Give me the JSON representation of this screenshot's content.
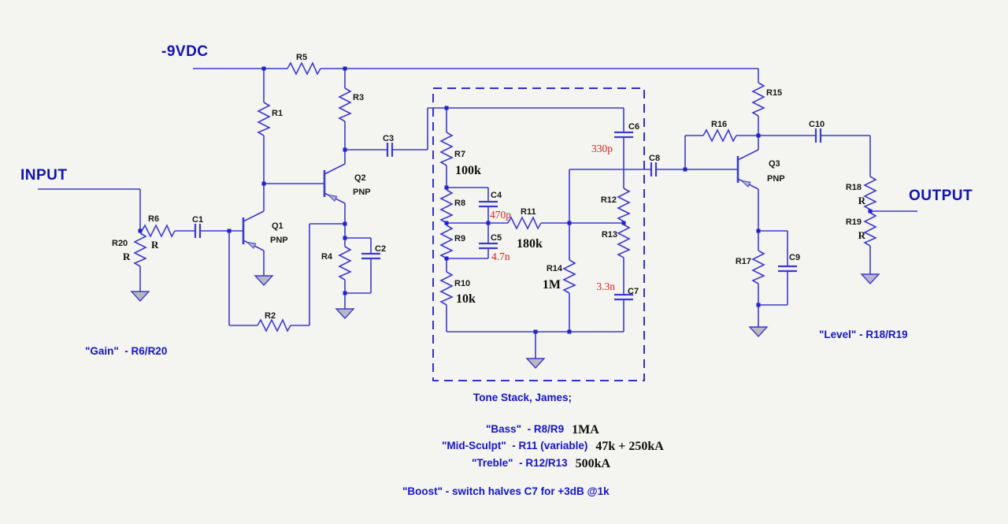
{
  "io": {
    "power": "-9VDC",
    "input": "INPUT",
    "output": "OUTPUT"
  },
  "transistors": {
    "q1": {
      "ref": "Q1",
      "type": "PNP"
    },
    "q2": {
      "ref": "Q2",
      "type": "PNP"
    },
    "q3": {
      "ref": "Q3",
      "type": "PNP"
    }
  },
  "resistors": {
    "r1": {
      "ref": "R1"
    },
    "r2": {
      "ref": "R2"
    },
    "r3": {
      "ref": "R3"
    },
    "r4": {
      "ref": "R4"
    },
    "r5": {
      "ref": "R5"
    },
    "r6": {
      "ref": "R6",
      "value": "R"
    },
    "r7": {
      "ref": "R7",
      "value": "100k"
    },
    "r8": {
      "ref": "R8"
    },
    "r9": {
      "ref": "R9"
    },
    "r10": {
      "ref": "R10",
      "value": "10k"
    },
    "r11": {
      "ref": "R11",
      "value": "180k"
    },
    "r12": {
      "ref": "R12"
    },
    "r13": {
      "ref": "R13"
    },
    "r14": {
      "ref": "R14",
      "value": "1M"
    },
    "r15": {
      "ref": "R15"
    },
    "r16": {
      "ref": "R16"
    },
    "r17": {
      "ref": "R17"
    },
    "r18": {
      "ref": "R18",
      "value": "R"
    },
    "r19": {
      "ref": "R19",
      "value": "R"
    },
    "r20": {
      "ref": "R20",
      "value": "R"
    }
  },
  "capacitors": {
    "c1": {
      "ref": "C1"
    },
    "c2": {
      "ref": "C2"
    },
    "c3": {
      "ref": "C3"
    },
    "c4": {
      "ref": "C4",
      "value": "470p"
    },
    "c5": {
      "ref": "C5",
      "value": "4.7n"
    },
    "c6": {
      "ref": "C6",
      "value": "330p"
    },
    "c7": {
      "ref": "C7",
      "value": "3.3n"
    },
    "c8": {
      "ref": "C8"
    },
    "c9": {
      "ref": "C9"
    },
    "c10": {
      "ref": "C10"
    }
  },
  "annotations": {
    "gain": "\"Gain\"  - R6/R20",
    "level": "\"Level\" - R18/R19",
    "tone_stack_title": "Tone Stack, James;",
    "bass": "\"Bass\"  - R8/R9",
    "bass_value": "1MA",
    "mid_sculpt": "\"Mid-Sculpt\"  - R11 (variable)",
    "mid_sculpt_value": "47k + 250kA",
    "treble": "\"Treble\"  - R12/R13",
    "treble_value": "500kA",
    "boost": "\"Boost\" - switch halves C7 for +3dB @1k"
  },
  "colors": {
    "background": "#f4f4f1",
    "wire": "#3b3bcf",
    "junction_dot": "#2222cc",
    "dashed_box": "#3030cf",
    "big_label": "#1212b4",
    "annotation_text": "#1414cc",
    "component_ref": "#161616",
    "value_text": "#0e0e0e",
    "highlight_value": "#dd2222",
    "ground_fill": "#b8b8c2"
  }
}
